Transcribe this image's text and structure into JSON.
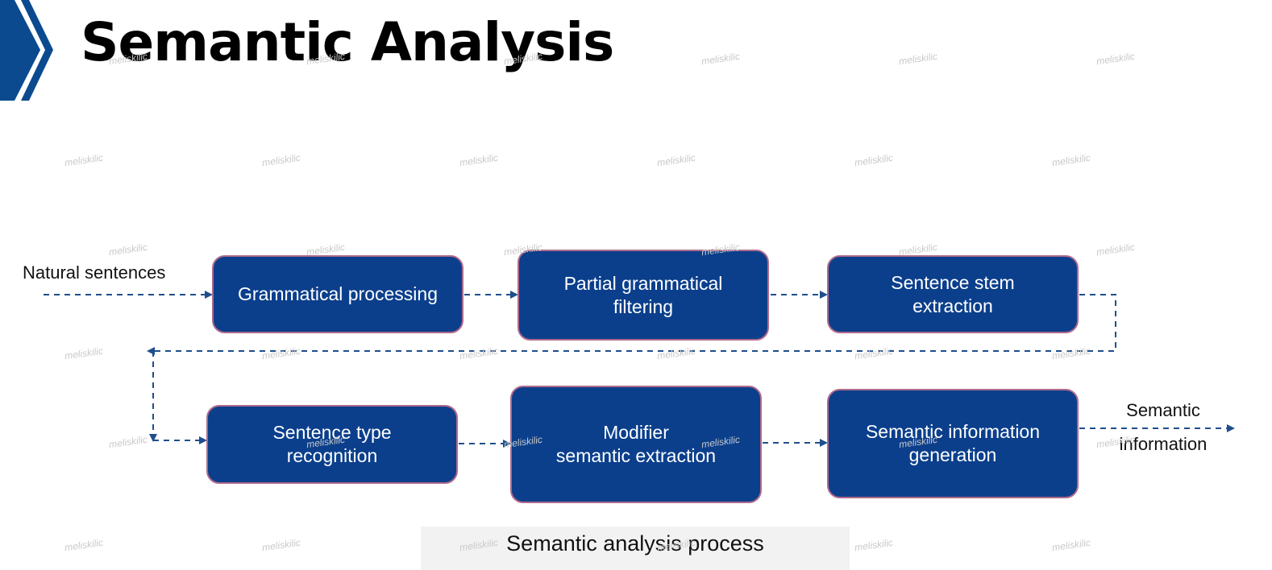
{
  "header": {
    "title": "Semantic Analysis"
  },
  "inputs": {
    "natural_sentences": "Natural sentences"
  },
  "outputs": {
    "semantic_information": "Semantic\ninformation"
  },
  "steps": [
    {
      "label": "Grammatical processing"
    },
    {
      "label": "Partial grammatical\nfiltering"
    },
    {
      "label": "Sentence stem\nextraction"
    },
    {
      "label": "Sentence type\nrecognition"
    },
    {
      "label": "Modifier\nsemantic extraction"
    },
    {
      "label": "Semantic information\ngeneration"
    }
  ],
  "caption": "Semantic analysis process",
  "watermark": "meliskilic",
  "colors": {
    "box_fill": "#0b3f8c",
    "box_border": "#b06a8c",
    "arrow": "#1f4e8c",
    "chevron": "#0b4a8f"
  }
}
